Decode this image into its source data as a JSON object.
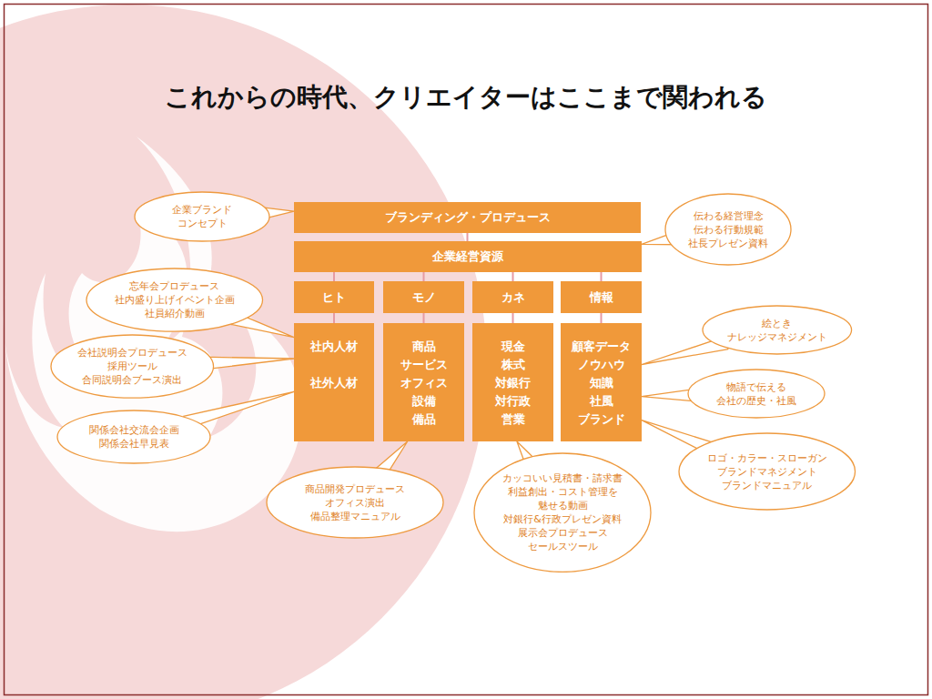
{
  "diagram": {
    "title": "これからの時代、クリエイターはここまで関われる",
    "nodes": [
      {
        "text": [
          "ブランディング・プロデュース"
        ]
      },
      {
        "text": [
          "企業経営資源"
        ]
      },
      {
        "text": [
          "ヒト"
        ]
      },
      {
        "text": [
          "モノ"
        ]
      },
      {
        "text": [
          "カネ"
        ]
      },
      {
        "text": [
          "情報"
        ]
      },
      {
        "text": [
          "社内人材",
          "社外人材"
        ]
      },
      {
        "text": [
          "商品",
          "サービス",
          "オフィス",
          "設備",
          "備品"
        ]
      },
      {
        "text": [
          "現金",
          "株式",
          "対銀行",
          "対行政",
          "営業"
        ]
      },
      {
        "text": [
          "顧客データ",
          "ノウハウ",
          "知識",
          "社風",
          "ブランド"
        ]
      },
      {
        "text": [
          "企業ブランド",
          "コンセプト"
        ]
      },
      {
        "text": [
          "伝わる経営理念",
          "伝わる行動規範",
          "社長プレゼン資料"
        ]
      },
      {
        "text": [
          "忘年会プロデュース",
          "社内盛り上げイベント企画",
          "社員紹介動画"
        ]
      },
      {
        "text": [
          "会社説明会プロデュース",
          "採用ツール",
          "合同説明会ブース演出"
        ]
      },
      {
        "text": [
          "関係会社交流会企画",
          "関係会社早見表"
        ]
      },
      {
        "text": [
          "商品開発プロデュース",
          "オフィス演出",
          "備品整理マニュアル"
        ]
      },
      {
        "text": [
          "カッコいい見積書・請求書",
          "利益創出・コスト管理を",
          "魅せる動画",
          "対銀行&行政プレゼン資料",
          "展示会プロデュース",
          "セールスツール"
        ]
      },
      {
        "text": [
          "絵とき",
          "ナレッジマネジメント"
        ]
      },
      {
        "text": [
          "物語で伝える",
          "会社の歴史・社風"
        ]
      },
      {
        "text": [
          "ロゴ・カラー・スローガン",
          "ブランドマネジメント",
          "ブランドマニュアル"
        ]
      }
    ],
    "edges": [
      {
        "from": 0,
        "to": 1,
        "arrow": "none"
      },
      {
        "from": 1,
        "to": 2,
        "arrow": "none"
      },
      {
        "from": 1,
        "to": 3,
        "arrow": "none"
      },
      {
        "from": 1,
        "to": 4,
        "arrow": "none"
      },
      {
        "from": 1,
        "to": 5,
        "arrow": "none"
      },
      {
        "from": 2,
        "to": 6,
        "arrow": "none"
      },
      {
        "from": 3,
        "to": 7,
        "arrow": "none"
      },
      {
        "from": 4,
        "to": 8,
        "arrow": "none"
      },
      {
        "from": 5,
        "to": 9,
        "arrow": "none"
      },
      {
        "from": 10,
        "to": 0,
        "arrow": "none"
      },
      {
        "from": 11,
        "to": 1,
        "arrow": "none"
      },
      {
        "from": 12,
        "to": 6,
        "arrow": "none"
      },
      {
        "from": 13,
        "to": 6,
        "arrow": "none"
      },
      {
        "from": 14,
        "to": 6,
        "arrow": "none"
      },
      {
        "from": 15,
        "to": 7,
        "arrow": "none"
      },
      {
        "from": 16,
        "to": 8,
        "arrow": "none"
      },
      {
        "from": 17,
        "to": 9,
        "arrow": "none"
      },
      {
        "from": 18,
        "to": 9,
        "arrow": "none"
      },
      {
        "from": 19,
        "to": 9,
        "arrow": "none"
      }
    ]
  }
}
